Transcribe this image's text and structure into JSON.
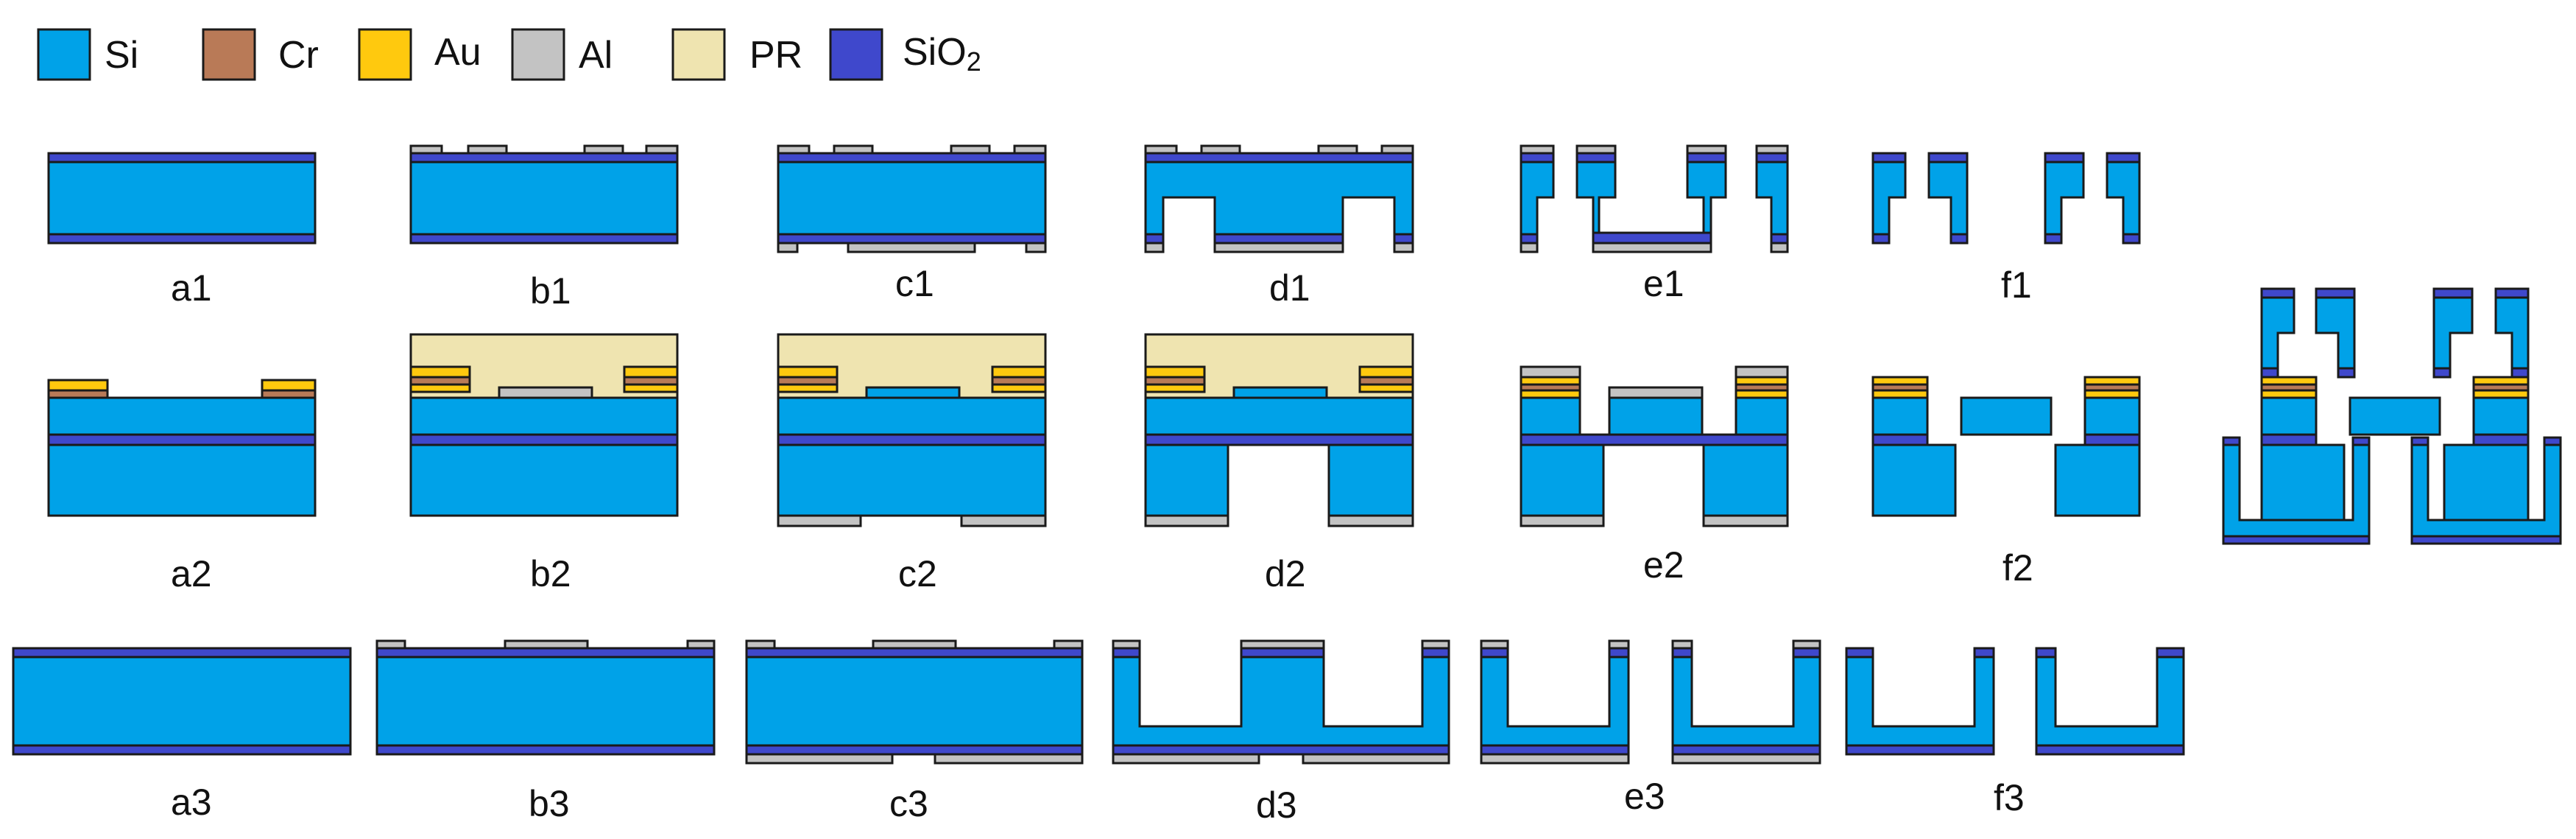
{
  "legend": [
    {
      "key": "si",
      "label": "Si",
      "color": "#00A2E8"
    },
    {
      "key": "cr",
      "label": "Cr",
      "color": "#B97A57"
    },
    {
      "key": "au",
      "label": "Au",
      "color": "#FFC90E"
    },
    {
      "key": "al",
      "label": "Al",
      "color": "#C3C3C3"
    },
    {
      "key": "pr",
      "label": "PR",
      "color": "#EFE4B0"
    },
    {
      "key": "sio2",
      "label": "SiO",
      "subscript": "2",
      "color": "#3F48CC"
    }
  ],
  "panels": {
    "a1": "a1",
    "b1": "b1",
    "c1": "c1",
    "d1": "d1",
    "e1": "e1",
    "f1": "f1",
    "a2": "a2",
    "b2": "b2",
    "c2": "c2",
    "d2": "d2",
    "e2": "e2",
    "f2": "f2",
    "a3": "a3",
    "b3": "b3",
    "c3": "c3",
    "d3": "d3",
    "e3": "e3",
    "f3": "f3"
  },
  "stroke_color": "#1a1a1a"
}
